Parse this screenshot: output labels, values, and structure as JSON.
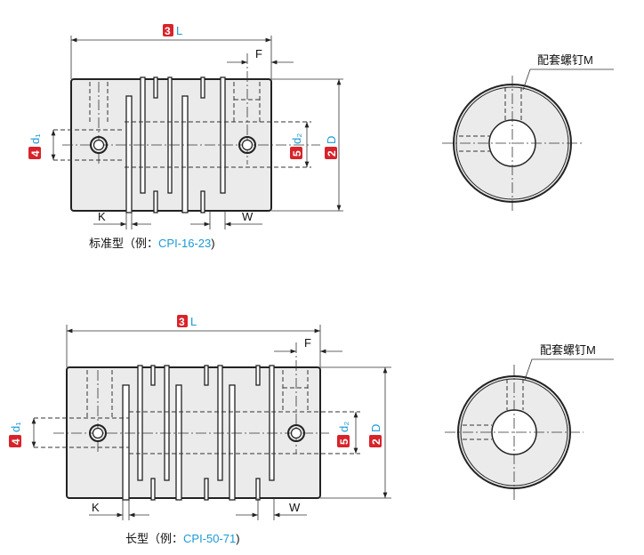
{
  "colors": {
    "badge": "#d8232a",
    "accent": "#1a9ad6"
  },
  "standard": {
    "L_num": "3",
    "L": "L",
    "F": "F",
    "D_num": "2",
    "D": "D",
    "d2_num": "5",
    "d2": "d₂",
    "d1_num": "4",
    "d1": "d₁",
    "K": "K",
    "W": "W",
    "caption_prefix": "标准型（例：",
    "caption_code": "CPI-16-23",
    "caption_suffix": ")",
    "screw_label": "配套螺钉M"
  },
  "long": {
    "L_num": "3",
    "L": "L",
    "F": "F",
    "D_num": "2",
    "D": "D",
    "d2_num": "5",
    "d2": "d₂",
    "d1_num": "4",
    "d1": "d₁",
    "K": "K",
    "W": "W",
    "caption_prefix": "长型（例：",
    "caption_code": "CPI-50-71",
    "caption_suffix": ")",
    "screw_label": "配套螺钉M"
  }
}
